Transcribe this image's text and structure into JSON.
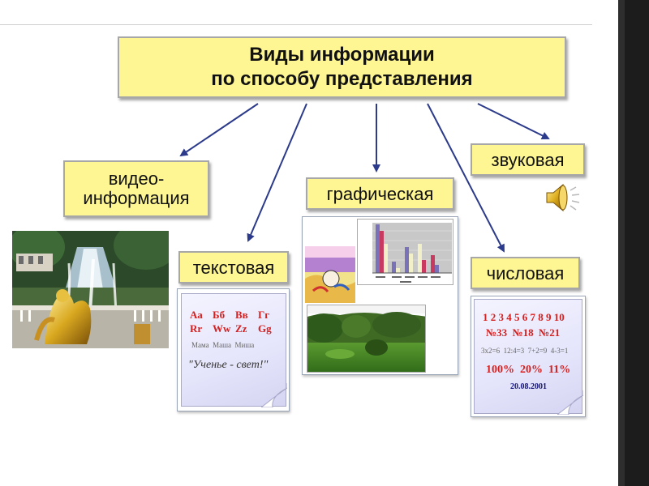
{
  "title": {
    "line1": "Виды информации",
    "line2": "по способу представления"
  },
  "categories": {
    "video": {
      "line1": "видео-",
      "line2": "информация"
    },
    "text": "текстовая",
    "graphic": "графическая",
    "sound": "звуковая",
    "numeric": "числовая"
  },
  "text_sample": {
    "letters_row1": [
      "Аа",
      "Бб",
      "Вв",
      "Гг"
    ],
    "letters_row2": [
      "Rr",
      "Ww",
      "Zz",
      "Gg"
    ],
    "words": "Мама  Маша  Миша",
    "quote": "\"Ученье - свет!\""
  },
  "numeric_sample": {
    "digits": "1 2 3 4 5 6 7 8 9 10",
    "numbers": "№33  №18  №21",
    "equations": "3х2=6  12:4=3  7+2=9  4-3=1",
    "percents": "100%  20%  11%",
    "date": "20.08.2001"
  },
  "colors": {
    "box_fill": "#fef692",
    "arrow": "#2b3a8a",
    "sample_red": "#d52020",
    "sample_navy": "#15157a"
  },
  "icons": {
    "sound": "speaker-icon",
    "fountain": "fountain-photo",
    "landscape": "landscape-photo",
    "chart": "bar-chart-thumbnail"
  }
}
